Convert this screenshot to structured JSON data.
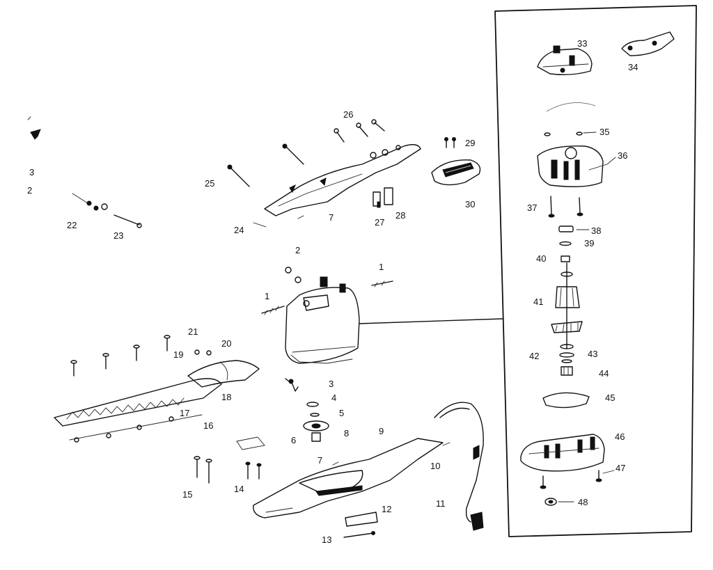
{
  "diagram": {
    "labels": {
      "l1a": "1",
      "l1b": "1",
      "l2a": "2",
      "l2b": "2",
      "l3a": "3",
      "l3b": "3",
      "l4": "4",
      "l5": "5",
      "l6": "6",
      "l7a": "7",
      "l7b": "7",
      "l8": "8",
      "l9": "9",
      "l10": "10",
      "l11": "11",
      "l12": "12",
      "l13": "13",
      "l14": "14",
      "l15": "15",
      "l16": "16",
      "l17": "17",
      "l18": "18",
      "l19": "19",
      "l20": "20",
      "l21": "21",
      "l22": "22",
      "l23": "23",
      "l24": "24",
      "l25": "25",
      "l26": "26",
      "l27": "27",
      "l28": "28",
      "l29": "29",
      "l30": "30",
      "l33": "33",
      "l34": "34",
      "l35": "35",
      "l36": "36",
      "l37": "37",
      "l38": "38",
      "l39": "39",
      "l40": "40",
      "l41": "41",
      "l42": "42",
      "l43": "43",
      "l44": "44",
      "l45": "45",
      "l46": "46",
      "l47": "47",
      "l48": "48"
    }
  }
}
